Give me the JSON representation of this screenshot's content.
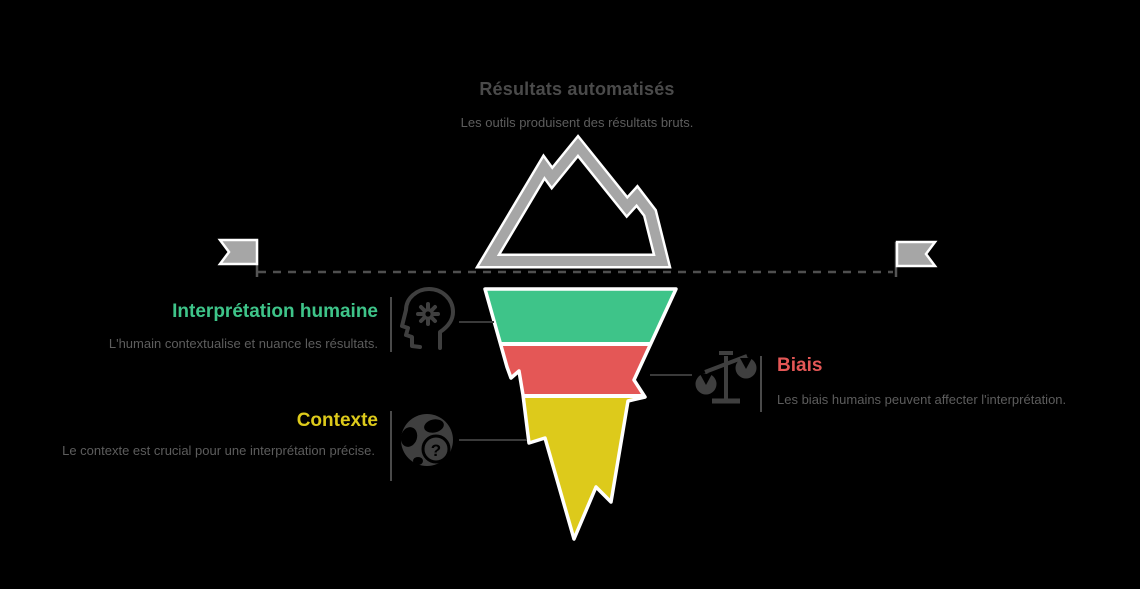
{
  "background_color": "#000000",
  "header": {
    "title": "Résultats automatisés",
    "subtitle": "Les outils produisent des résultats bruts."
  },
  "sections": {
    "interpretation": {
      "title": "Interprétation humaine",
      "description": "L'humain contextualise et nuance les résultats.",
      "color": "#3ec489",
      "icon": "head-gear-icon",
      "side": "left"
    },
    "biais": {
      "title": "Biais",
      "description": "Les biais humains peuvent affecter l'interprétation.",
      "color": "#e45756",
      "icon": "scales-icon",
      "side": "right"
    },
    "contexte": {
      "title": "Contexte",
      "description": "Le contexte est crucial pour une interprétation précise.",
      "color": "#ddca1b",
      "icon": "globe-question-icon",
      "side": "left"
    }
  },
  "iceberg": {
    "band_colors": {
      "top": "#3ec489",
      "middle": "#e45756",
      "bottom": "#ddca1b"
    },
    "outline_color": "#ffffff"
  },
  "decorations": {
    "mountain_color": "#a6a6a6",
    "flag_color": "#a6a6a6",
    "waterline_color": "#4f4f4f",
    "connector_color": "#3a3a3a",
    "icon_color": "#3f3f3f",
    "question_mark": "?"
  },
  "text_colors": {
    "title": "#4a4a4a",
    "body": "#5d5d5d"
  }
}
